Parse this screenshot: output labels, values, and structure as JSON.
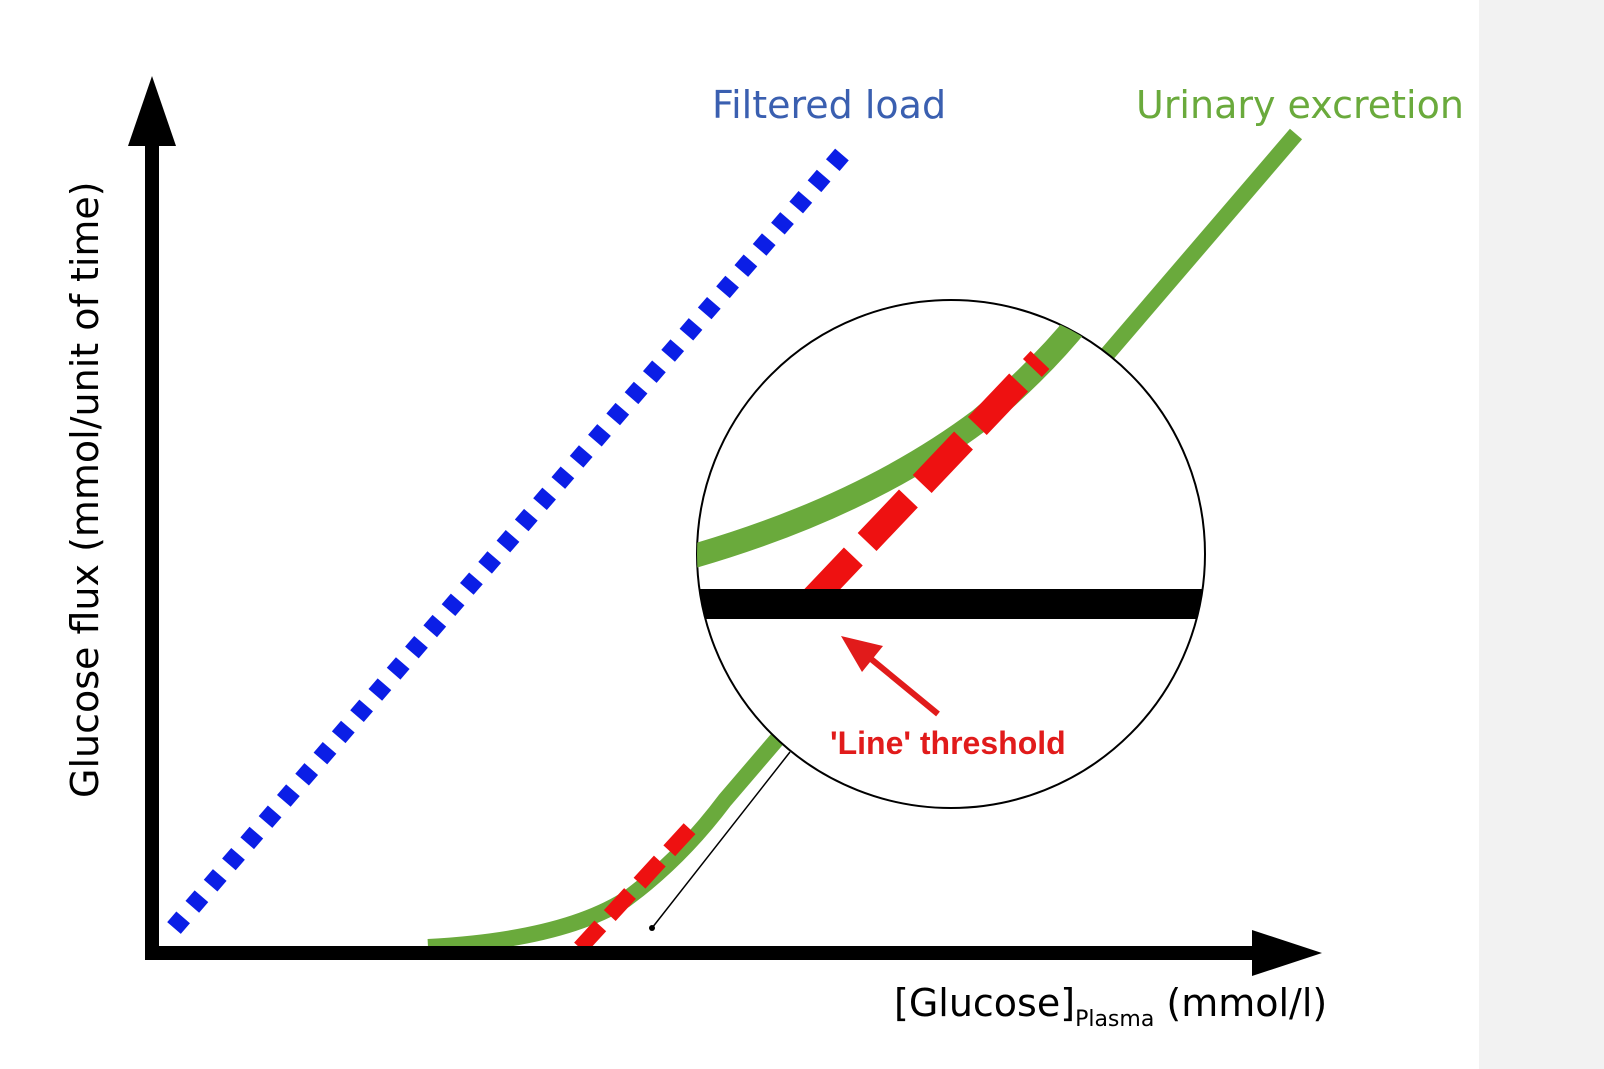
{
  "colors": {
    "filtered_load": "#0b1ee6",
    "urinary_excretion": "#6aaa3c",
    "threshold": "#ee1111",
    "axes": "#000000",
    "filtered_label": "#3a5fb0",
    "urinary_label": "#6aaa3c",
    "threshold_label": "#e11b1b"
  },
  "labels": {
    "filtered_load": "Filtered load",
    "urinary_excretion": "Urinary excretion",
    "threshold": "'Line' threshold",
    "y_axis": "Glucose flux (mmol/unit of time)",
    "x_axis_main": "[Glucose]",
    "x_axis_subscript": "Plasma",
    "x_axis_unit": " (mmol/l)"
  },
  "icons": [
    "y-axis-arrow-icon",
    "x-axis-arrow-icon",
    "pointer-arrow-icon",
    "magnifier-circle-icon"
  ]
}
